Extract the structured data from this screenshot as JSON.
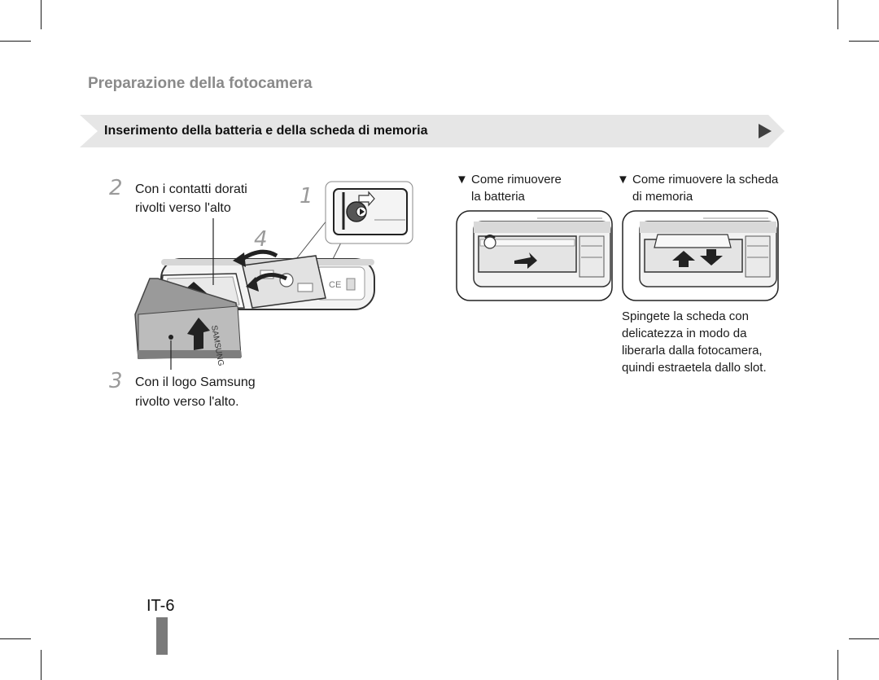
{
  "header": {
    "section_title": "Preparazione della fotocamera",
    "banner_title": "Inserimento della batteria e della scheda di memoria"
  },
  "steps": {
    "step1": {
      "number": "1"
    },
    "step2": {
      "number": "2",
      "text_line1": "Con i contatti dorati",
      "text_line2": "rivolti verso l'alto"
    },
    "step3": {
      "number": "3",
      "text_line1": "Con il logo Samsung",
      "text_line2": "rivolto verso l'alto."
    },
    "step4": {
      "number": "4"
    }
  },
  "remove_battery": {
    "marker": "▼",
    "line1": "Come rimuovere",
    "line2": "la batteria"
  },
  "remove_card": {
    "marker": "▼",
    "line1": "Come rimuovere la scheda",
    "line2": "di memoria",
    "desc_lines": [
      "Spingete la scheda con",
      "delicatezza in modo da",
      "liberarla dalla fotocamera,",
      "quindi estraetela dallo slot."
    ]
  },
  "illustration": {
    "battery_logo": "SAMSUNG"
  },
  "footer": {
    "page_number": "IT-6"
  },
  "colors": {
    "banner_bg": "#e6e6e6",
    "section_title": "#8a8a8a",
    "step_number": "#9a9a9a",
    "tab_block": "#7a7a7a"
  }
}
